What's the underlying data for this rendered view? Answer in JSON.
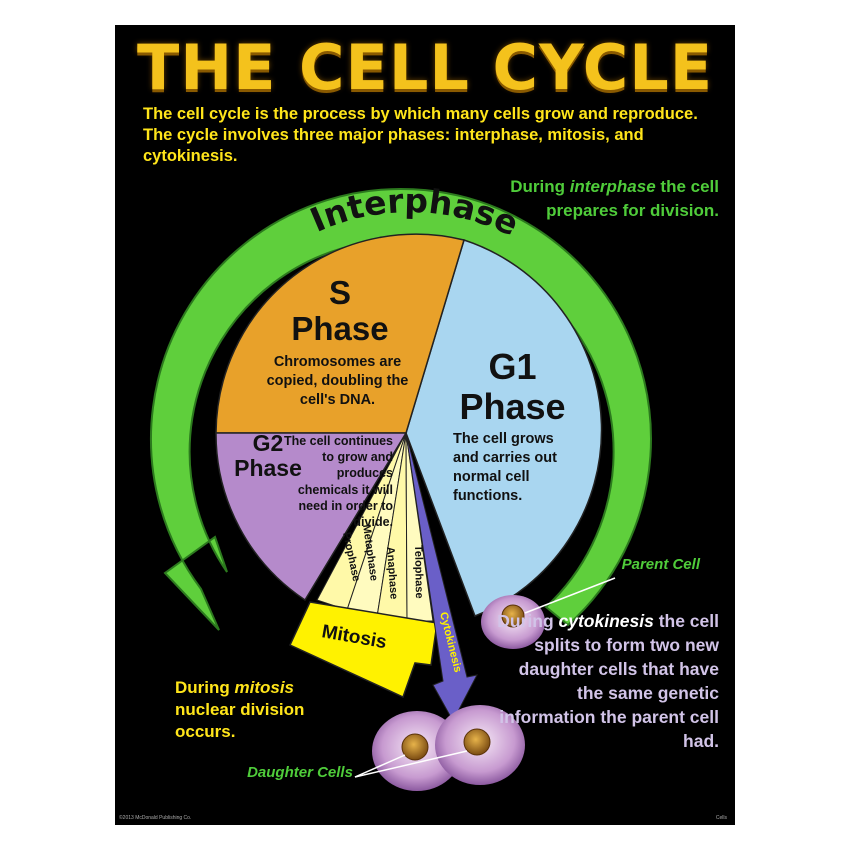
{
  "title": "THE CELL CYCLE",
  "intro": "The cell cycle is the process by which many cells grow and reproduce. The cycle involves three major phases: interphase, mitosis, and cytokinesis.",
  "interphase_note": {
    "before": "During ",
    "em": "interphase",
    "after": " the cell prepares for division."
  },
  "ring_label": "Interphase",
  "s_phase": {
    "title_1": "S",
    "title_2": "Phase",
    "desc": "Chromosomes are copied, doubling the cell's DNA."
  },
  "g1_phase": {
    "title_1": "G1",
    "title_2": "Phase",
    "desc": "The cell grows and carries out normal cell functions."
  },
  "g2_phase": {
    "title_1": "G2",
    "title_2": "Phase",
    "desc": "The cell continues to grow and produces chemicals it will need in order to divide."
  },
  "mitosis_stages": [
    "Prophase",
    "Metaphase",
    "Anaphase",
    "Telophase"
  ],
  "mitosis_label": "Mitosis",
  "cytokinesis_label": "Cytokinesis",
  "parent_cell_label": "Parent Cell",
  "daughter_cells_label": "Daughter Cells",
  "mitosis_note": {
    "before": "During ",
    "em": "mitosis",
    "after": " nuclear division occurs."
  },
  "cytokinesis_note": {
    "before": "During ",
    "em": "cytokinesis",
    "after": " the cell splits to form two new daughter cells that have the same genetic information the parent cell had."
  },
  "footer_left": "©2013 McDonald Publishing Co.",
  "footer_right": "Cells",
  "colors": {
    "title": "#f4c21c",
    "ring": "#5fcf3c",
    "s_phase": "#e8a12a",
    "g1_phase": "#a9d6f0",
    "g2_phase": "#b58acb",
    "mitosis": "#fff200",
    "cytokinesis": "#6a5fc8",
    "note_yellow": "#ffe51a",
    "note_green": "#4fcc3a"
  }
}
